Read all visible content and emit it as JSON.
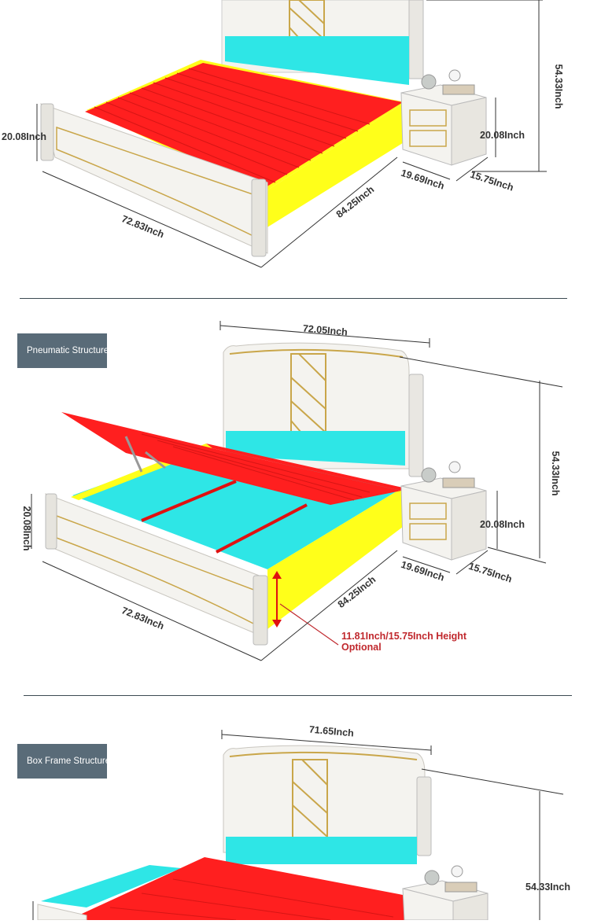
{
  "panels": {
    "main": {
      "dimensions": {
        "total_height": "54.33Inch",
        "footboard_height": "20.08Inch",
        "width": "72.83Inch",
        "length": "84.25Inch",
        "nightstand_height": "20.08Inch",
        "nightstand_width": "19.69Inch",
        "nightstand_depth": "15.75Inch"
      }
    },
    "pneumatic": {
      "label": "Pneumatic Structure",
      "dimensions": {
        "headboard_width": "72.05Inch",
        "total_height": "54.33Inch",
        "footboard_height": "20.08Inch",
        "width": "72.83Inch",
        "length": "84.25Inch",
        "nightstand_height": "20.08Inch",
        "nightstand_width": "19.69Inch",
        "nightstand_depth": "15.75Inch"
      },
      "note_line1": "11.81Inch/15.75Inch Height",
      "note_line2": "Optional"
    },
    "box_frame": {
      "label": "Box Frame Structure",
      "dimensions": {
        "headboard_width": "71.65Inch",
        "total_height": "54.33Inch"
      }
    }
  },
  "colors": {
    "slats": "#ff1f1f",
    "side_rail": "#ffff1a",
    "storage": "#2ee6e6",
    "frame": "#f4f3ef",
    "gold_trim": "#c9a64a",
    "label_bg": "#596b78",
    "note": "#c0282d"
  }
}
